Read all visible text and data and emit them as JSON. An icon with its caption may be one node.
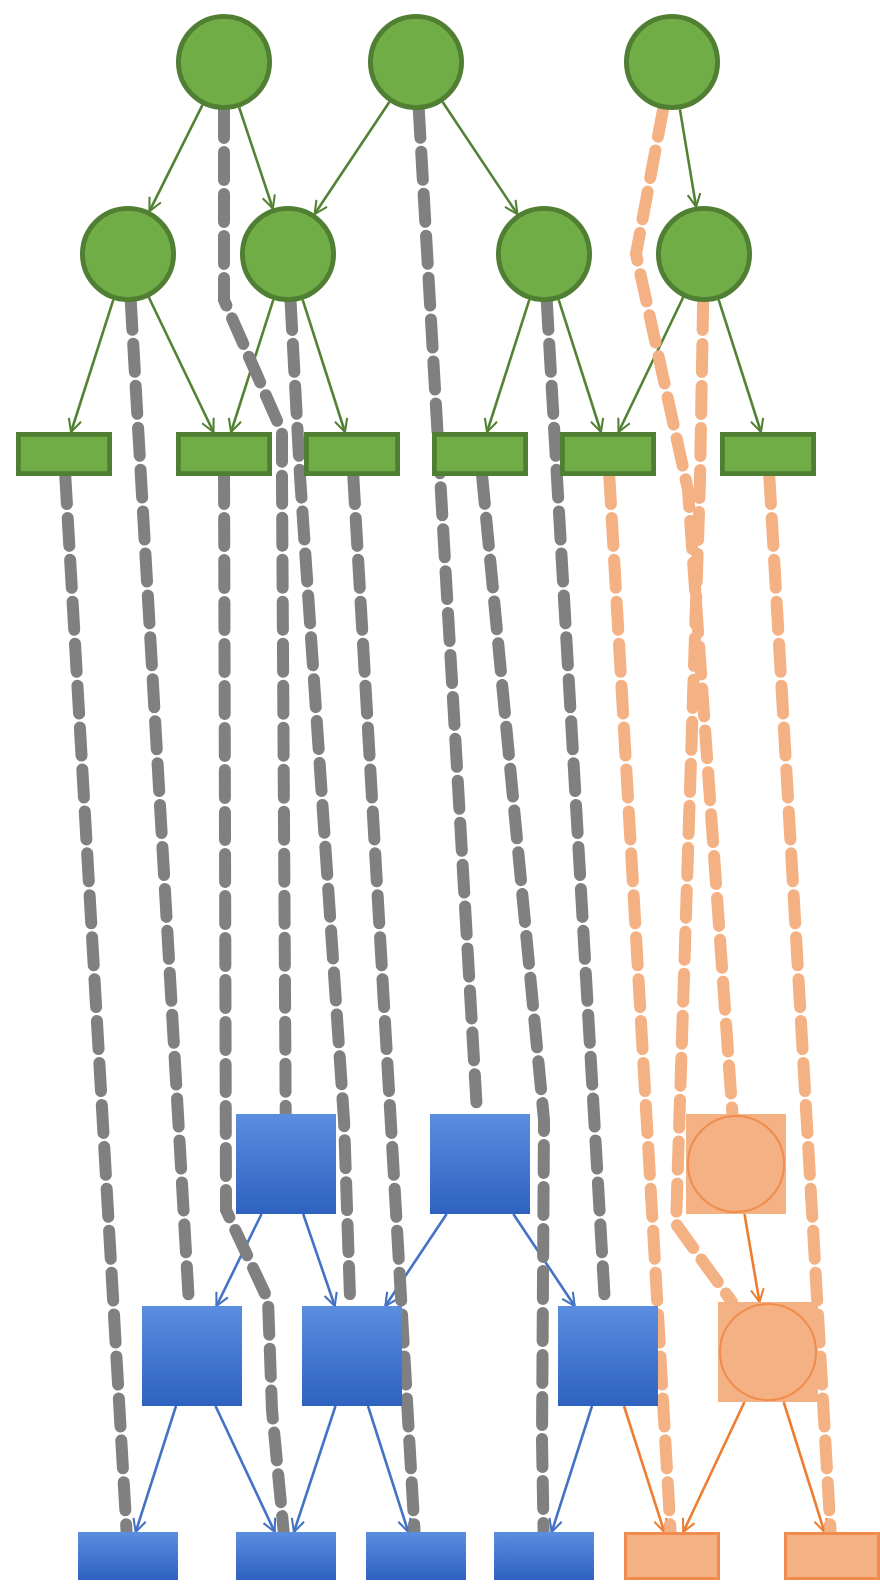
{
  "diagram": {
    "nodes": [
      {
        "text": [],
        "shape": "circle"
      },
      {
        "text": [],
        "shape": "circle"
      },
      {
        "text": [],
        "shape": "circle"
      },
      {
        "text": [],
        "shape": "circle"
      },
      {
        "text": [],
        "shape": "circle"
      },
      {
        "text": [],
        "shape": "circle"
      },
      {
        "text": [],
        "shape": "circle"
      },
      {
        "text": [],
        "shape": "bar"
      },
      {
        "text": [],
        "shape": "bar"
      },
      {
        "text": [],
        "shape": "bar"
      },
      {
        "text": [],
        "shape": "bar"
      },
      {
        "text": [],
        "shape": "bar"
      },
      {
        "text": [],
        "shape": "bar"
      },
      {
        "text": [],
        "shape": "box"
      },
      {
        "text": [],
        "shape": "box"
      },
      {
        "text": [],
        "shape": "box"
      },
      {
        "text": [],
        "shape": "box"
      },
      {
        "text": [],
        "shape": "box"
      },
      {
        "text": [],
        "shape": "box"
      },
      {
        "text": [],
        "shape": "box"
      },
      {
        "text": [],
        "shape": "bar"
      },
      {
        "text": [],
        "shape": "bar"
      },
      {
        "text": [],
        "shape": "bar"
      },
      {
        "text": [],
        "shape": "bar"
      },
      {
        "text": [],
        "shape": "bar"
      },
      {
        "text": [],
        "shape": "bar"
      }
    ],
    "edges": [
      {
        "from": 0,
        "to": 3,
        "arrow": "to"
      },
      {
        "from": 0,
        "to": 4,
        "arrow": "to"
      },
      {
        "from": 1,
        "to": 4,
        "arrow": "to"
      },
      {
        "from": 1,
        "to": 5,
        "arrow": "to"
      },
      {
        "from": 2,
        "to": 6,
        "arrow": "to"
      },
      {
        "from": 3,
        "to": 7,
        "arrow": "to"
      },
      {
        "from": 3,
        "to": 8,
        "arrow": "to"
      },
      {
        "from": 4,
        "to": 8,
        "arrow": "to"
      },
      {
        "from": 4,
        "to": 9,
        "arrow": "to"
      },
      {
        "from": 5,
        "to": 10,
        "arrow": "to"
      },
      {
        "from": 5,
        "to": 11,
        "arrow": "to"
      },
      {
        "from": 6,
        "to": 11,
        "arrow": "to"
      },
      {
        "from": 6,
        "to": 12,
        "arrow": "to"
      },
      {
        "from": 13,
        "to": 16,
        "arrow": "to",
        "color": "#4472c4"
      },
      {
        "from": 13,
        "to": 17,
        "arrow": "to",
        "color": "#4472c4"
      },
      {
        "from": 14,
        "to": 17,
        "arrow": "to",
        "color": "#4472c4"
      },
      {
        "from": 14,
        "to": 18,
        "arrow": "to",
        "color": "#4472c4"
      },
      {
        "from": 15,
        "to": 19,
        "arrow": "to",
        "color": "#ed7d31"
      },
      {
        "from": 16,
        "to": 20,
        "arrow": "to",
        "color": "#4472c4"
      },
      {
        "from": 16,
        "to": 21,
        "arrow": "to",
        "color": "#4472c4"
      },
      {
        "from": 17,
        "to": 21,
        "arrow": "to",
        "color": "#4472c4"
      },
      {
        "from": 17,
        "to": 22,
        "arrow": "to",
        "color": "#4472c4"
      },
      {
        "from": 18,
        "to": 23,
        "arrow": "to",
        "color": "#4472c4"
      },
      {
        "from": 18,
        "to": 24,
        "arrow": "to",
        "color": "#ed7d31"
      },
      {
        "from": 19,
        "to": 24,
        "arrow": "to",
        "color": "#ed7d31"
      },
      {
        "from": 19,
        "to": 25,
        "arrow": "to",
        "color": "#ed7d31"
      },
      {
        "from": 0,
        "to": 13,
        "arrow": "none",
        "style": "dashed",
        "color": "#808080"
      },
      {
        "from": 1,
        "to": 14,
        "arrow": "none",
        "style": "dashed",
        "color": "#808080"
      },
      {
        "from": 2,
        "to": 15,
        "arrow": "none",
        "style": "dashed",
        "color": "#f4b183"
      },
      {
        "from": 3,
        "to": 16,
        "arrow": "none",
        "style": "dashed",
        "color": "#808080"
      },
      {
        "from": 4,
        "to": 17,
        "arrow": "none",
        "style": "dashed",
        "color": "#808080"
      },
      {
        "from": 5,
        "to": 18,
        "arrow": "none",
        "style": "dashed",
        "color": "#808080"
      },
      {
        "from": 6,
        "to": 19,
        "arrow": "none",
        "style": "dashed",
        "color": "#f4b183"
      },
      {
        "from": 7,
        "to": 20,
        "arrow": "none",
        "style": "dashed",
        "color": "#808080"
      },
      {
        "from": 8,
        "to": 21,
        "arrow": "none",
        "style": "dashed",
        "color": "#808080"
      },
      {
        "from": 9,
        "to": 22,
        "arrow": "none",
        "style": "dashed",
        "color": "#808080"
      },
      {
        "from": 10,
        "to": 23,
        "arrow": "none",
        "style": "dashed",
        "color": "#808080"
      },
      {
        "from": 11,
        "to": 24,
        "arrow": "none",
        "style": "dashed",
        "color": "#f4b183"
      },
      {
        "from": 12,
        "to": 25,
        "arrow": "none",
        "style": "dashed",
        "color": "#f4b183"
      }
    ]
  }
}
